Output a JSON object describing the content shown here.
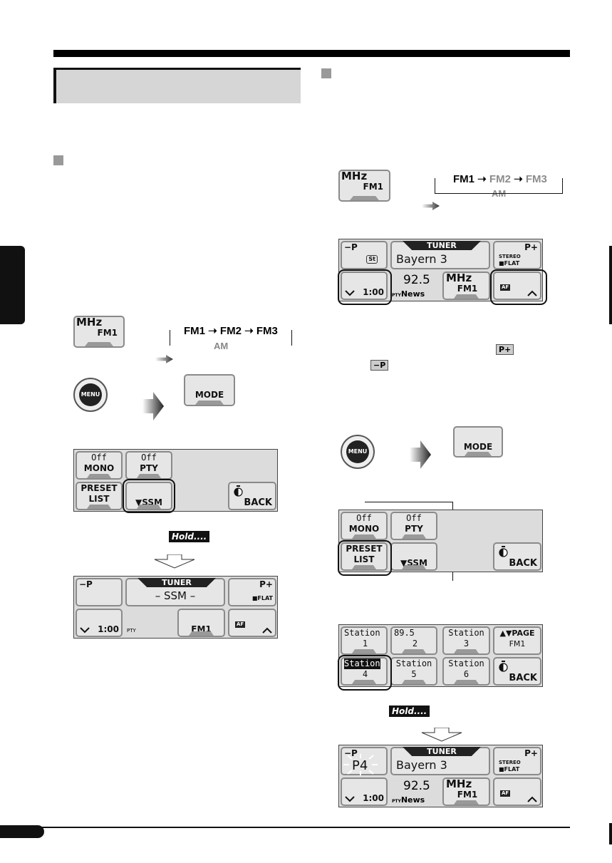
{
  "buttons": {
    "mhz": "MHz",
    "fm1": "FM1",
    "menu": "MENU",
    "mode": "MODE",
    "hold": "Hold...."
  },
  "chain_left": {
    "fm1": "FM1",
    "fm2": "FM2",
    "fm3": "FM3",
    "am": "AM"
  },
  "menu_screen": {
    "mono_top": "Off",
    "mono": "MONO",
    "pty_top": "Off",
    "pty": "PTY",
    "preset": "PRESET",
    "list": "LIST",
    "ssm": "▼SSM",
    "back": "BACK"
  },
  "tuner_ssm": {
    "tag": "TUNER",
    "minus_p": "−P",
    "plus_p": "P+",
    "display": "– SSM –",
    "flat": "■FLAT",
    "time": "1:00",
    "pty": "PTY",
    "fm1": "FM1",
    "af": "AF"
  },
  "tuner_main": {
    "tag": "TUNER",
    "minus_p": "−P",
    "plus_p": "P+",
    "st": "St",
    "station": "Bayern 3",
    "stereo": "STEREO",
    "flat": "■FLAT",
    "freq": "92.5",
    "mhz": "MHz",
    "pty": "PTY",
    "news": "News",
    "time": "1:00",
    "fm1": "FM1",
    "af": "AF",
    "preset_flash": "P4"
  },
  "inline_icons": {
    "plus_p": "P+",
    "minus_p": "−P"
  },
  "preset_list": {
    "s1": "Station",
    "n1": "1",
    "s2": "89.5",
    "n2": "2",
    "s3": "Station",
    "n3": "3",
    "page": "▲▼PAGE",
    "band": "FM1",
    "s4": "Station",
    "n4": "4",
    "s5": "Station",
    "n5": "5",
    "s6": "Station",
    "n6": "6",
    "back": "BACK"
  },
  "colors": {
    "gray_text": "#8c8c8c",
    "screen_bg": "#dcdcdc"
  }
}
